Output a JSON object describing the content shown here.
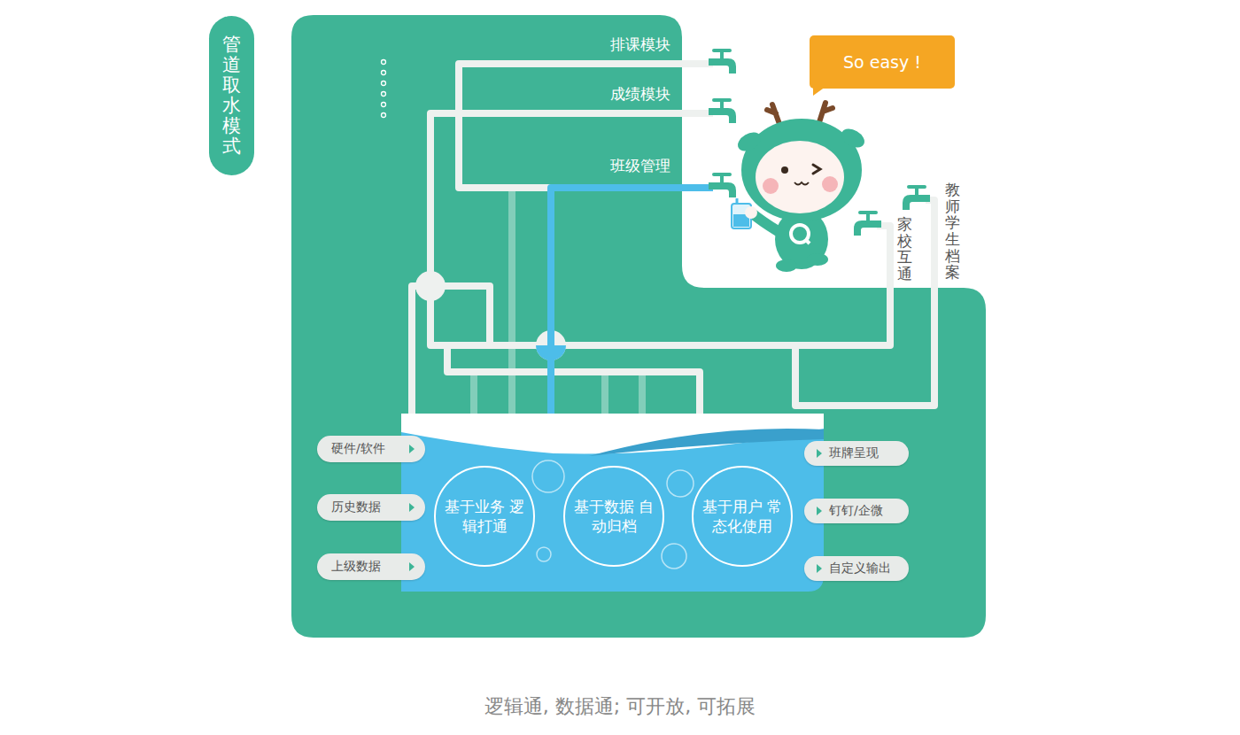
{
  "diagram": {
    "title": "管道取水模式",
    "caption": "逻辑通, 数据通; 可开放, 可拓展",
    "nodes": [
      {
        "text": [
          "So easy !"
        ]
      },
      {
        "text": [
          "基于业务 逻辑打通"
        ]
      },
      {
        "text": [
          "基于数据 自动归档"
        ]
      },
      {
        "text": [
          "基于用户 常态化使用"
        ]
      },
      {
        "text": [
          "硬件/软件"
        ]
      },
      {
        "text": [
          "历史数据"
        ]
      },
      {
        "text": [
          "上级数据"
        ]
      },
      {
        "text": [
          "班牌呈现"
        ]
      },
      {
        "text": [
          "钉钉/企微"
        ]
      },
      {
        "text": [
          "自定义输出"
        ]
      }
    ],
    "labels": [
      "排课模块",
      "成绩模块",
      "班级管理",
      "家校互通",
      "教师学生档案"
    ]
  }
}
